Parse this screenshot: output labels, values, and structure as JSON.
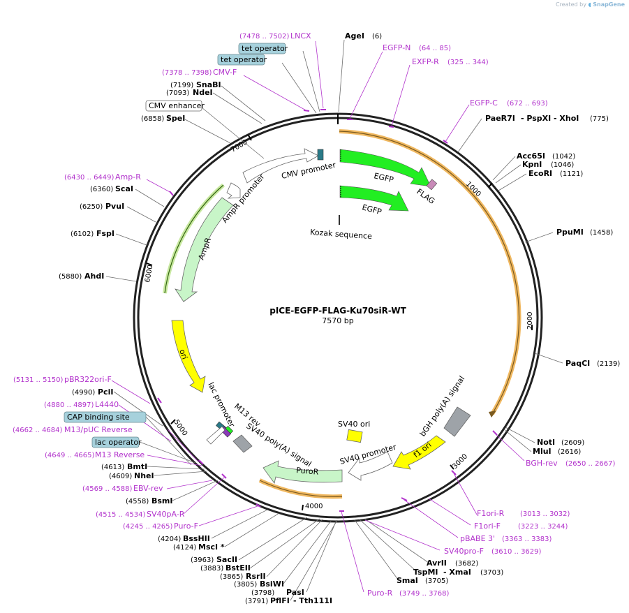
{
  "credit": {
    "prefix": "Created by",
    "brand": "SnapGene"
  },
  "plasmid": {
    "name": "pICE-EGFP-FLAG-Ku70siR-WT",
    "length": "7570 bp"
  },
  "ticks": [
    "1000",
    "2000",
    "3000",
    "4000",
    "5000",
    "6000",
    "7000"
  ],
  "sites": [
    {
      "name": "AgeI",
      "pos": "(6)"
    },
    {
      "name": "PaeR7I",
      "extra": [
        "- PspXI",
        "- XhoI"
      ],
      "pos": "(775)"
    },
    {
      "name": "Acc65I",
      "pos": "(1042)"
    },
    {
      "name": "KpnI",
      "pos": "(1046)"
    },
    {
      "name": "EcoRI",
      "pos": "(1121)"
    },
    {
      "name": "PpuMI",
      "pos": "(1458)"
    },
    {
      "name": "PaqCI",
      "pos": "(2139)"
    },
    {
      "name": "NotI",
      "pos": "(2609)"
    },
    {
      "name": "MluI",
      "pos": "(2616)"
    },
    {
      "name": "AvrII",
      "pos": "(3682)"
    },
    {
      "name": "TspMI",
      "extra": [
        "- XmaI"
      ],
      "pos": "(3703)"
    },
    {
      "name": "SmaI",
      "pos": "(3705)"
    },
    {
      "name": "PasI",
      "pos": "(3798)"
    },
    {
      "name": "PflFI",
      "extra": [
        "- Tth111I"
      ],
      "pos": "(3791)"
    },
    {
      "name": "BsiWI",
      "pos": "(3805)"
    },
    {
      "name": "RsrII",
      "pos": "(3865)"
    },
    {
      "name": "BstEII",
      "pos": "(3883)"
    },
    {
      "name": "SacII",
      "pos": "(3963)"
    },
    {
      "name": "MscI *",
      "pos": "(4124)"
    },
    {
      "name": "BssHII",
      "pos": "(4204)"
    },
    {
      "name": "BsmI",
      "pos": "(4558)"
    },
    {
      "name": "NheI",
      "pos": "(4609)"
    },
    {
      "name": "BmtI",
      "pos": "(4613)"
    },
    {
      "name": "PciI",
      "pos": "(4990)"
    },
    {
      "name": "AhdI",
      "pos": "(5880)"
    },
    {
      "name": "FspI",
      "pos": "(6102)"
    },
    {
      "name": "PvuI",
      "pos": "(6250)"
    },
    {
      "name": "ScaI",
      "pos": "(6360)"
    },
    {
      "name": "SpeI",
      "pos": "(6858)"
    },
    {
      "name": "NdeI",
      "pos": "(7093)"
    },
    {
      "name": "SnaBI",
      "pos": "(7199)"
    }
  ],
  "primers": [
    {
      "name": "LNCX",
      "range": "(7478 .. 7502)"
    },
    {
      "name": "EGFP-N",
      "range": "(64 .. 85)"
    },
    {
      "name": "EXFP-R",
      "range": "(325 .. 344)"
    },
    {
      "name": "EGFP-C",
      "range": "(672 .. 693)"
    },
    {
      "name": "CMV-F",
      "range": "(7378 .. 7398)"
    },
    {
      "name": "Amp-R",
      "range": "(6430 .. 6449)"
    },
    {
      "name": "BGH-rev",
      "range": "(2650 .. 2667)"
    },
    {
      "name": "F1ori-R",
      "range": "(3013 .. 3032)"
    },
    {
      "name": "F1ori-F",
      "range": "(3223 .. 3244)"
    },
    {
      "name": "pBABE 3'",
      "range": "(3363 .. 3383)"
    },
    {
      "name": "SV40pro-F",
      "range": "(3610 .. 3629)"
    },
    {
      "name": "Puro-R",
      "range": "(3749 .. 3768)"
    },
    {
      "name": "Puro-F",
      "range": "(4245 .. 4265)"
    },
    {
      "name": "SV40pA-R",
      "range": "(4515 .. 4534)"
    },
    {
      "name": "EBV-rev",
      "range": "(4569 .. 4588)"
    },
    {
      "name": "M13 Reverse",
      "range": "(4649 .. 4665)"
    },
    {
      "name": "M13/pUC Reverse",
      "range": "(4662 .. 4684)"
    },
    {
      "name": "L4440",
      "range": "(4880 .. 4897)"
    },
    {
      "name": "pBR322ori-F",
      "range": "(5131 .. 5150)"
    }
  ],
  "boxed": [
    "tet operator",
    "tet operator",
    "CMV enhancer",
    "CAP binding site",
    "lac operator"
  ],
  "features": {
    "egfp1": "EGFP",
    "egfp2": "EGFP",
    "flag": "FLAG",
    "kozak": "Kozak sequence",
    "cmv_promoter": "CMV promoter",
    "ampr_promoter": "AmpR promoter",
    "ampr": "AmpR",
    "ori": "ori",
    "lac_promoter": "lac promoter",
    "m13rev": "M13 rev",
    "sv40pa": "SV40 poly(A) signal",
    "puror": "PuroR",
    "sv40_promoter": "SV40 promoter",
    "sv40_ori": "SV40 ori",
    "f1ori": "f1 ori",
    "bgh": "bGH poly(A) signal"
  },
  "colors": {
    "egfp": "#22ee22",
    "ampr": "#c8f5c8",
    "ori": "#ffff00",
    "f1ori": "#ffff00",
    "puror": "#c8f5c8",
    "promoter": "#ffffff",
    "polya": "#9ea3a8",
    "orf_arc": "#f0b860",
    "primer": "#b233cc",
    "operator_box": "#a6d1dc"
  }
}
